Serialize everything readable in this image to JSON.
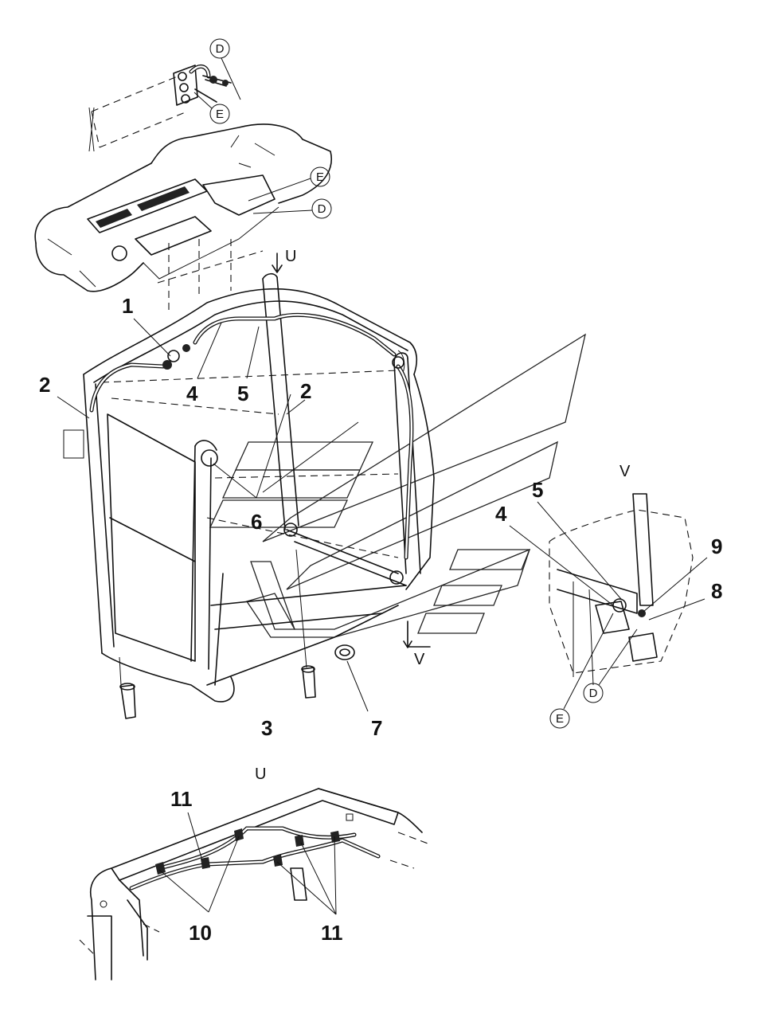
{
  "callouts": [
    {
      "id": "c1",
      "label": "1"
    },
    {
      "id": "c2a",
      "label": "2"
    },
    {
      "id": "c2b",
      "label": "2"
    },
    {
      "id": "c3",
      "label": "3"
    },
    {
      "id": "c4a",
      "label": "4"
    },
    {
      "id": "c5a",
      "label": "5"
    },
    {
      "id": "c6",
      "label": "6"
    },
    {
      "id": "c7",
      "label": "7"
    },
    {
      "id": "c4b",
      "label": "4"
    },
    {
      "id": "c5b",
      "label": "5"
    },
    {
      "id": "c9",
      "label": "9"
    },
    {
      "id": "c8",
      "label": "8"
    },
    {
      "id": "c11a",
      "label": "11"
    },
    {
      "id": "c10",
      "label": "10"
    },
    {
      "id": "c11b",
      "label": "11"
    }
  ],
  "connectors": [
    {
      "id": "d1",
      "label": "D"
    },
    {
      "id": "e1",
      "label": "E"
    },
    {
      "id": "e2",
      "label": "E"
    },
    {
      "id": "d2",
      "label": "D"
    },
    {
      "id": "e3",
      "label": "E"
    },
    {
      "id": "d3",
      "label": "D"
    }
  ],
  "views": [
    {
      "id": "u1",
      "label": "U"
    },
    {
      "id": "v1",
      "label": "V"
    },
    {
      "id": "v2",
      "label": "V"
    },
    {
      "id": "u2",
      "label": "U"
    }
  ]
}
